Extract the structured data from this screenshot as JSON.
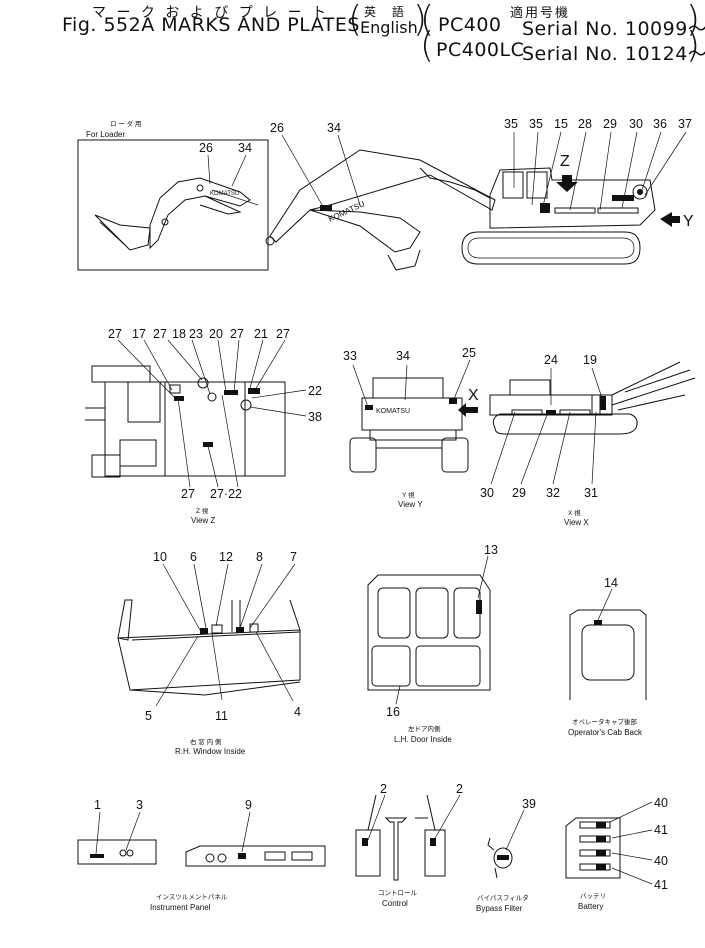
{
  "header": {
    "jp_title": "マ ー ク お よ び プ レ ー ト",
    "title": "Fig. 552A MARKS AND PLATES",
    "lang_jp": "英 語",
    "lang": "English",
    "applicable_jp": "適用号機",
    "model1": "PC400",
    "serial1": "Serial No. 10099～",
    "model2": "PC400LC",
    "serial2": "Serial No. 10124～"
  },
  "views": {
    "loader_jp": "ロ ー ダ 用",
    "loader": "For Loader",
    "view_z_jp": "Z 視",
    "view_z": "View Z",
    "view_y_jp": "Y 視",
    "view_y": "View Y",
    "view_x_jp": "X 視",
    "view_x": "View X",
    "rh_window_jp": "右 窓 内 側",
    "rh_window": "R.H. Window Inside",
    "lh_door_jp": "左ドア内側",
    "lh_door": "L.H. Door Inside",
    "cab_back_jp": "オペレータキャブ後部",
    "cab_back": "Operator's Cab Back",
    "instrument_jp": "インスツルメントパネル",
    "instrument": "Instrument Panel",
    "control_jp": "コントロール",
    "control": "Control",
    "bypass_jp": "バイパスフィルタ",
    "bypass": "Bypass Filter",
    "battery_jp": "バッテリ",
    "battery": "Battery"
  },
  "arrows": {
    "z": "Z",
    "y": "Y",
    "x": "X"
  },
  "brand": "KOMATSU",
  "parts": {
    "p1": "1",
    "p2": "2",
    "p3": "3",
    "p4": "4",
    "p5": "5",
    "p6": "6",
    "p7": "7",
    "p8": "8",
    "p9": "9",
    "p10": "10",
    "p11": "11",
    "p12": "12",
    "p13": "13",
    "p14": "14",
    "p15": "15",
    "p16": "16",
    "p17": "17",
    "p18": "18",
    "p19": "19",
    "p20": "20",
    "p21": "21",
    "p22": "22",
    "p23": "23",
    "p24": "24",
    "p25": "25",
    "p26": "26",
    "p27": "27",
    "p28": "28",
    "p29": "29",
    "p30": "30",
    "p31": "31",
    "p32": "32",
    "p33": "33",
    "p34": "34",
    "p35": "35",
    "p36": "36",
    "p37": "37",
    "p38": "38",
    "p39": "39",
    "p40": "40",
    "p41": "41",
    "p27_22": "27·22"
  }
}
